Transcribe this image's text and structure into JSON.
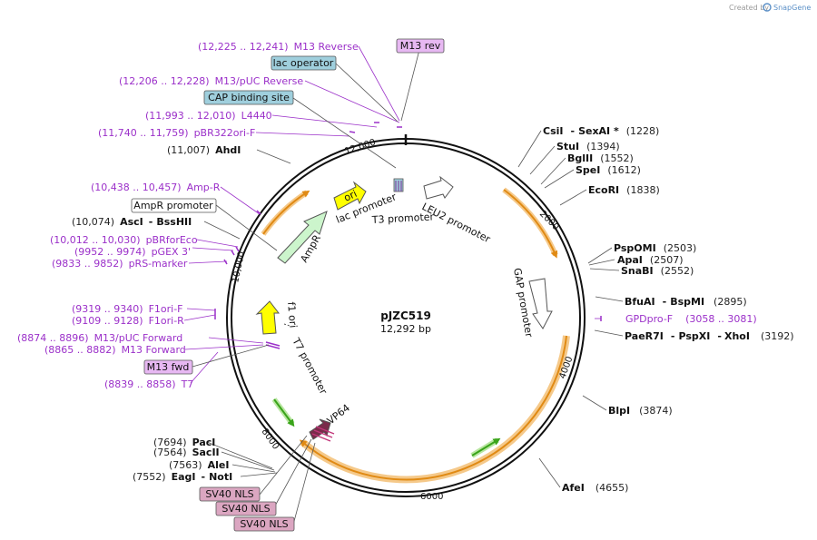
{
  "credit": {
    "prefix": "Created by",
    "brand": "SnapGene"
  },
  "plasmid": {
    "name": "pJZC519",
    "length": "12,292 bp"
  },
  "ticks": [
    "2000",
    "4000",
    "6000",
    "8000",
    "10,000",
    "12,000"
  ],
  "boxed_labels": {
    "m13_rev": "M13 rev",
    "lac_operator": "lac operator",
    "cap_site": "CAP binding site",
    "ampr_promoter": "AmpR promoter",
    "m13_fwd": "M13 fwd",
    "sv40_nls_1": "SV40 NLS",
    "sv40_nls_2": "SV40 NLS",
    "sv40_nls_3": "SV40 NLS"
  },
  "primers_left": [
    {
      "pos": "(12,225 .. 12,241)",
      "name": "M13 Reverse"
    },
    {
      "pos": "(12,206 .. 12,228)",
      "name": "M13/pUC Reverse"
    },
    {
      "pos": "(11,993 .. 12,010)",
      "name": "L4440"
    },
    {
      "pos": "(11,740 .. 11,759)",
      "name": "pBR322ori-F"
    },
    {
      "pos": "(10,438 .. 10,457)",
      "name": "Amp-R"
    },
    {
      "pos": "(10,012 .. 10,030)",
      "name": "pBRforEco"
    },
    {
      "pos": "(9952 .. 9974)",
      "name": "pGEX 3'"
    },
    {
      "pos": "(9833 .. 9852)",
      "name": "pRS-marker"
    },
    {
      "pos": "(9319 .. 9340)",
      "name": "F1ori-F"
    },
    {
      "pos": "(9109 .. 9128)",
      "name": "F1ori-R"
    },
    {
      "pos": "(8874 .. 8896)",
      "name": "M13/pUC Forward"
    },
    {
      "pos": "(8865 .. 8882)",
      "name": "M13 Forward"
    },
    {
      "pos": "(8839 .. 8858)",
      "name": "T7"
    }
  ],
  "primers_right": [
    {
      "name": "GPDpro-F",
      "pos": "(3058 .. 3081)"
    }
  ],
  "enzymes_left": [
    {
      "pos": "(11,007)",
      "name": "AhdI"
    },
    {
      "pos": "(10,074)",
      "name": "AscI",
      "extra": "BssHII"
    },
    {
      "pos": "(7694)",
      "name": "PacI"
    },
    {
      "pos": "(7564)",
      "name": "SacII"
    },
    {
      "pos": "(7563)",
      "name": "AleI"
    },
    {
      "pos": "(7552)",
      "name": "EagI",
      "extra": "NotI"
    }
  ],
  "enzymes_right": [
    {
      "name": "CsiI",
      "extra": "SexAI *",
      "pos": "(1228)"
    },
    {
      "name": "StuI",
      "pos": "(1394)"
    },
    {
      "name": "BglII",
      "pos": "(1552)"
    },
    {
      "name": "SpeI",
      "pos": "(1612)"
    },
    {
      "name": "EcoRI",
      "pos": "(1838)"
    },
    {
      "name": "PspOMI",
      "pos": "(2503)"
    },
    {
      "name": "ApaI",
      "pos": "(2507)"
    },
    {
      "name": "SnaBI",
      "pos": "(2552)"
    },
    {
      "name": "BfuAI",
      "extra": "BspMI",
      "pos": "(2895)"
    },
    {
      "name": "PaeR7I",
      "extra": "PspXI",
      "extra2": "XhoI",
      "pos": "(3192)"
    },
    {
      "name": "BlpI",
      "pos": "(3874)"
    },
    {
      "name": "AfeI",
      "pos": "(4655)"
    }
  ],
  "features": {
    "ori": "ori",
    "ampr": "AmpR",
    "f1_ori": "f1 ori",
    "vp64": "VP64",
    "lac_promoter": "lac promoter",
    "t3_promoter": "T3 promoter",
    "leu2_promoter": "LEU2 promoter",
    "gap_promoter": "GAP promoter",
    "t7_promoter": "T7 promoter"
  },
  "colors": {
    "primer": "#9b30c9",
    "orf_highlight": "#f5c98a",
    "ori_fill": "#ffff00",
    "ampr_fill": "#ccf5cc",
    "boxed_primer": "#e7b8f2",
    "boxed_misc": "#9fcfdd",
    "boxed_nls": "#dba6c1"
  }
}
